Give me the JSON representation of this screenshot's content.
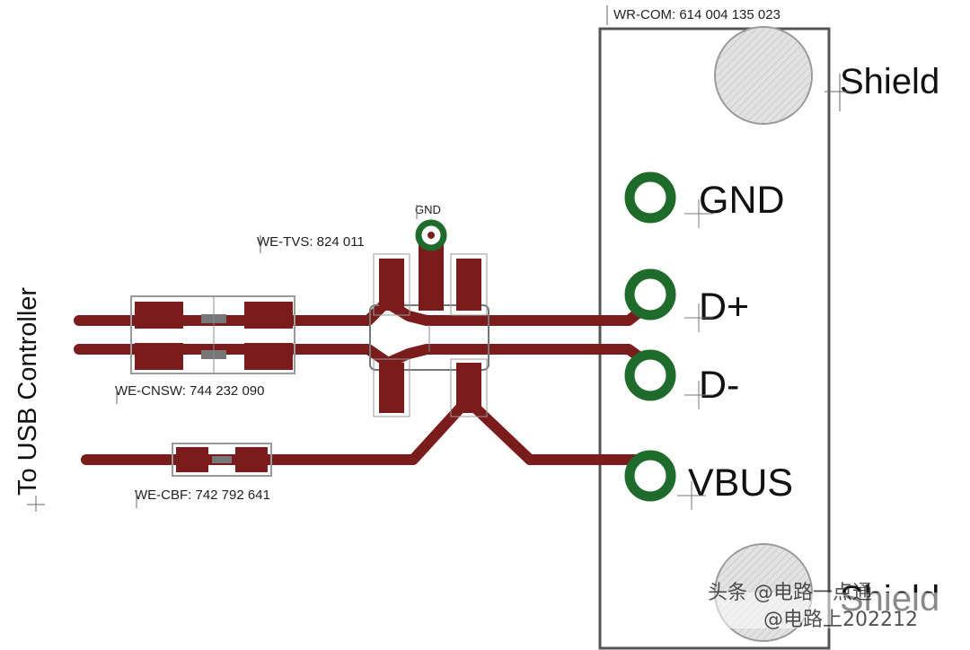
{
  "labels": {
    "connector": "WR-COM: 614 004 135 023",
    "tvs": "WE-TVS: 824 011",
    "cnsw": "WE-CNSW: 744 232 090",
    "cbf": "WE-CBF: 742 792 641",
    "gnd_symbol": "GND",
    "to_usb": "To USB Controller"
  },
  "pins": {
    "shield_top": "Shield",
    "gnd": "GND",
    "dplus": "D+",
    "dminus": "D-",
    "vbus": "VBUS",
    "shield_bottom": "Shield"
  },
  "watermark": {
    "text": "头条 @电路一点通",
    "handle": "@电路上202212"
  },
  "colors": {
    "trace": "#7a1c1c",
    "pad": "#7a1c1c",
    "via_ring": "#1f6b2b",
    "outline": "#555555",
    "shield_fill": "#d9d9d9"
  }
}
